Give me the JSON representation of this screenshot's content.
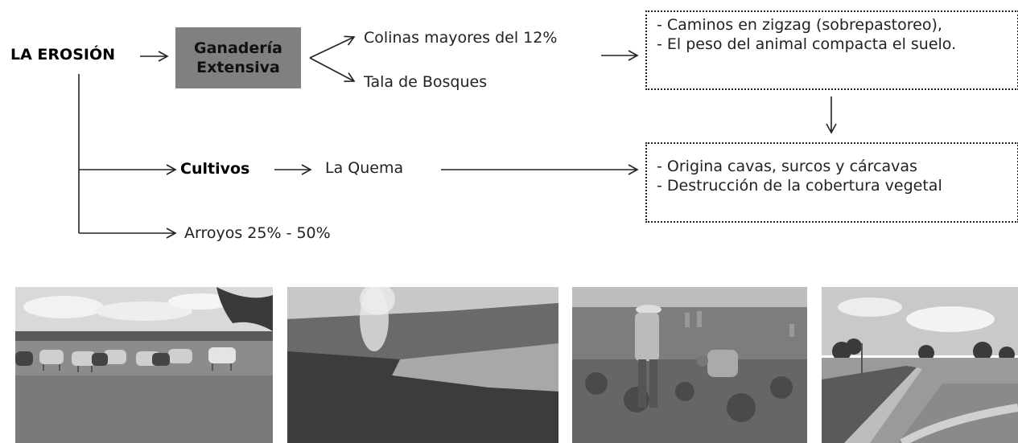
{
  "root_label": "LA EROSIÓN",
  "ganaderia": {
    "line1": "Ganadería",
    "line2": "Extensiva"
  },
  "branches": {
    "colinas": "Colinas mayores del 12%",
    "tala": "Tala de Bosques",
    "cultivos": "Cultivos",
    "quema": "La Quema",
    "arroyos": "Arroyos 25% - 50%"
  },
  "effects_top": {
    "line1": "- Caminos en zigzag (sobrepastoreo),",
    "line2": "- El peso del animal compacta el suelo."
  },
  "effects_bottom": {
    "line1": "- Origina cavas, surcos y cárcavas",
    "line2": "- Destrucción de  la cobertura vegetal"
  }
}
